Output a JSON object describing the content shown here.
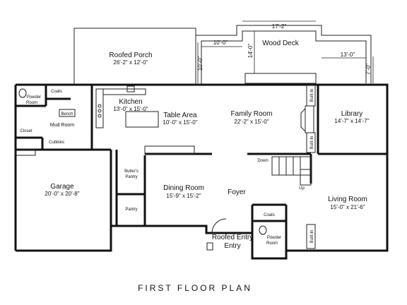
{
  "plan_title": "FIRST FLOOR PLAN",
  "rooms": {
    "roofed_porch": {
      "name": "Roofed Porch",
      "size": "26'-2\" x 12'-0\""
    },
    "wood_deck": {
      "name": "Wood Deck"
    },
    "kitchen": {
      "name": "Kitchen",
      "size": "13'-0\" x 15'-0\""
    },
    "table_area": {
      "name": "Table Area",
      "size": "10'-0\" x 15'-0\""
    },
    "family_room": {
      "name": "Family Room",
      "size": "22'-2\" x 15'-0\""
    },
    "library": {
      "name": "Library",
      "size": "14'-7\" x 14'-7\""
    },
    "garage": {
      "name": "Garage",
      "size": "20'-0\" x 20'-8\""
    },
    "dining_room": {
      "name": "Dining Room",
      "size": "15'-9\" x 15'-2\""
    },
    "living_room": {
      "name": "Living Room",
      "size": "15'-0\" x 21'-6\""
    },
    "foyer": {
      "name": "Foyer"
    },
    "roofed_entry": {
      "name": "Roofed Entry"
    },
    "mud_room": {
      "name": "Mud Room"
    },
    "powder_room_1": {
      "line1": "Powder",
      "line2": "Room"
    },
    "powder_room_2": {
      "line1": "Powder",
      "line2": "Room"
    },
    "coats_1": "Coats",
    "coats_2": "Coats",
    "bench": "Bench",
    "closet": "Closet",
    "cubbies": "Cubbies",
    "butlers_pantry": {
      "line1": "Butler's",
      "line2": "Pantry"
    },
    "pantry": "Pantry",
    "built_in_1": "Built-In",
    "built_in_2": "Built-In",
    "built_in_3": "Built-In",
    "stair_down": "Down",
    "stair_up": "Up"
  },
  "dimensions": {
    "deck_width": "17'-2\"",
    "deck_depth": "14'-0\"",
    "step_left_width": "10'-0\"",
    "step_left_depth": "10'-0\"",
    "step_right_width": "13'-0\"",
    "step_right_depth": "7'-0\""
  }
}
